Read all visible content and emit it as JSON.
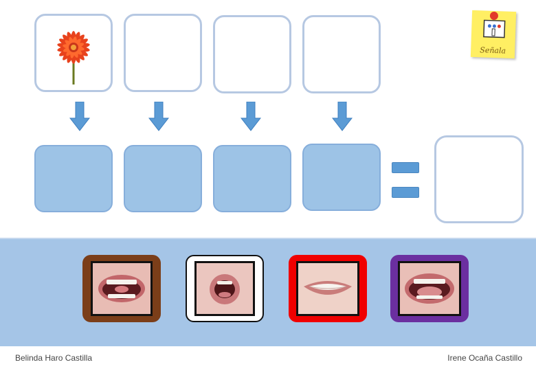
{
  "badge": {
    "label": "Señala",
    "icon": "pointing-hand-icon"
  },
  "top_row": [
    {
      "content": "flower-image"
    },
    {
      "content": "empty"
    },
    {
      "content": "empty"
    },
    {
      "content": "empty"
    }
  ],
  "answer_row": [
    {
      "content": "empty-slot"
    },
    {
      "content": "empty-slot"
    },
    {
      "content": "empty-slot"
    },
    {
      "content": "empty-slot"
    }
  ],
  "equals": {
    "symbol": "equals-icon"
  },
  "result": {
    "content": "empty"
  },
  "choices": [
    {
      "name": "mouth-card-brown",
      "frame_color": "#7b3e19",
      "picture": "open-mouth-tongue-up"
    },
    {
      "name": "mouth-card-white",
      "frame_color": "#ffffff",
      "picture": "rounded-mouth"
    },
    {
      "name": "mouth-card-red",
      "frame_color": "#f00000",
      "picture": "smile-teeth"
    },
    {
      "name": "mouth-card-purple",
      "frame_color": "#6b2fa0",
      "picture": "open-mouth-tongue-down"
    }
  ],
  "colors": {
    "box_border": "#b6c8e2",
    "arrow": "#5b9bd5",
    "answer_fill": "#9dc3e6",
    "band": "#a5c5e7"
  },
  "footer": {
    "left": "Belinda Haro Castilla",
    "right": "Irene Ocaña Castillo"
  }
}
